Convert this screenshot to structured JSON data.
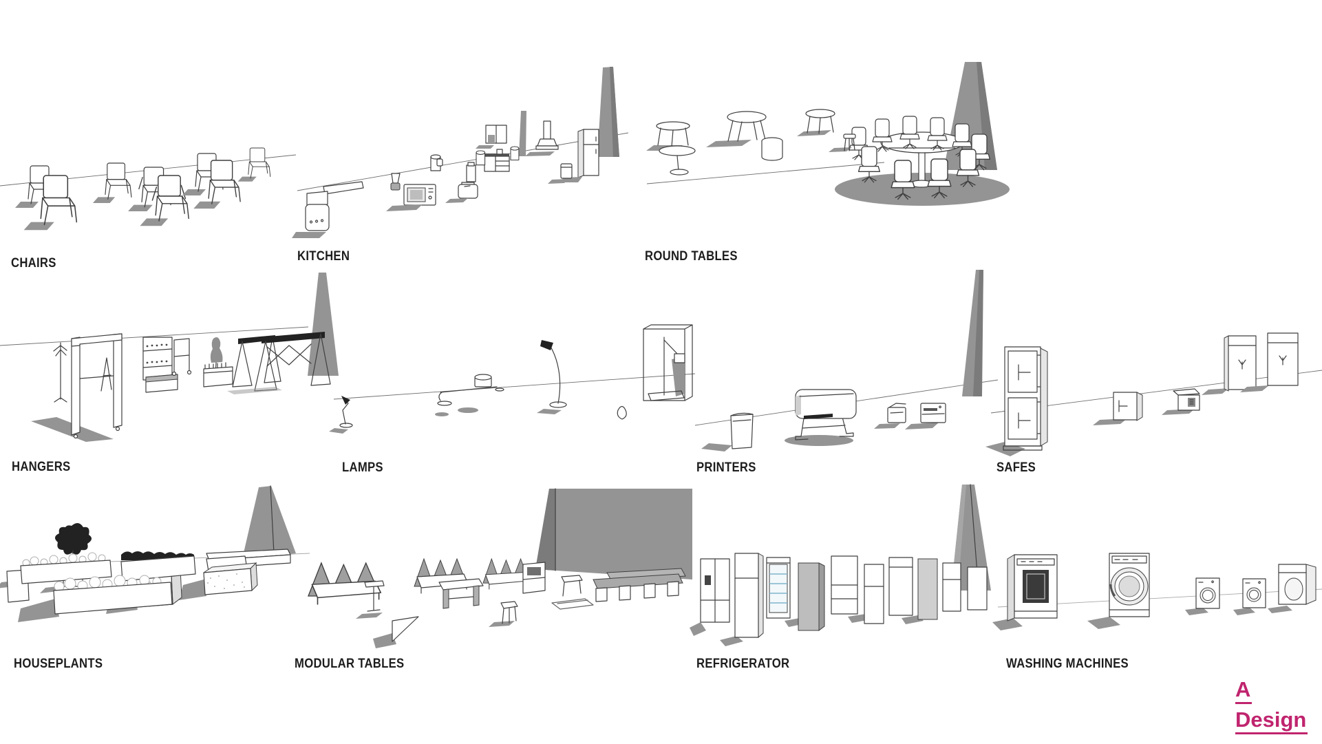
{
  "page": {
    "background": "#ffffff"
  },
  "brand": {
    "line1": "A",
    "line2": "Design",
    "color": "#c0246e"
  },
  "categories": [
    {
      "id": "chairs",
      "label": "CHAIRS"
    },
    {
      "id": "kitchen",
      "label": "KITCHEN"
    },
    {
      "id": "round-tables",
      "label": "ROUND TABLES"
    },
    {
      "id": "hangers",
      "label": "HANGERS"
    },
    {
      "id": "lamps",
      "label": "LAMPS"
    },
    {
      "id": "printers",
      "label": "PRINTERS"
    },
    {
      "id": "safes",
      "label": "SAFES"
    },
    {
      "id": "houseplants",
      "label": "HOUSEPLANTS"
    },
    {
      "id": "modular-tables",
      "label": "MODULAR TABLES"
    },
    {
      "id": "refrigerator",
      "label": "REFRIGERATOR"
    },
    {
      "id": "washing-machines",
      "label": "WASHING MACHINES"
    }
  ],
  "colors": {
    "label_text": "#1d1d1d",
    "sketch_line": "#3f3f3f",
    "shadow_gray": "#949494",
    "wall_gray": "#8f8f8f",
    "accent_pink": "#c0246e",
    "cooler_shelf_blue": "#7fb4cc"
  }
}
